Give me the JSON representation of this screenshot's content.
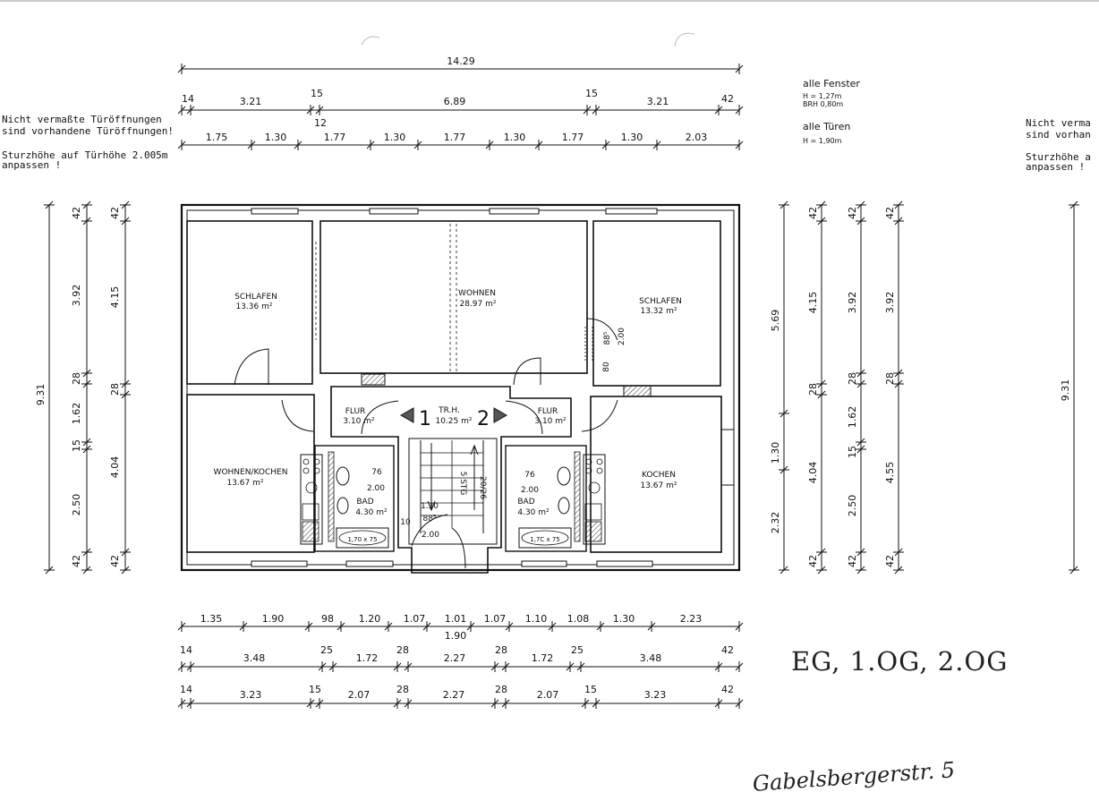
{
  "notes": {
    "left_line1": "Nicht vermaßte Türöffnungen",
    "left_line2": "sind vorhandene Türöffnungen!",
    "left_line3": "Sturzhöhe auf Türhöhe 2.005m",
    "left_line4": "anpassen !",
    "right_line1": "Nicht verma",
    "right_line2": "sind vorhan",
    "right_line3": "Sturzhöhe a",
    "right_line4": "anpassen !"
  },
  "legend": {
    "windows_title": "alle Fenster",
    "windows_h": "H = 1,27m",
    "windows_brh": "BRH 0,80m",
    "doors_title": "alle Türen",
    "doors_h": "H = 1,90m"
  },
  "handwriting": {
    "floors": "EG, 1.OG, 2.OG",
    "address": "Gabelsbergerstr. 5"
  },
  "rooms": {
    "schlafen_left": {
      "name": "SCHLAFEN",
      "area": "13.36 m²"
    },
    "wohnen": {
      "name": "WOHNEN",
      "area": "28.97 m²"
    },
    "schlafen_right": {
      "name": "SCHLAFEN",
      "area": "13.32 m²"
    },
    "wohnen_kochen": {
      "name": "WOHNEN/KOCHEN",
      "area": "13.67 m²"
    },
    "kochen": {
      "name": "KOCHEN",
      "area": "13.67 m²"
    },
    "flur_left": {
      "name": "FLUR",
      "area": "3.10 m²"
    },
    "flur_right": {
      "name": "FLUR",
      "area": "3.10 m²"
    },
    "trh": {
      "name": "TR.H.",
      "area": "10.25 m²"
    },
    "bad_left": {
      "name": "BAD",
      "area": "4.30 m²"
    },
    "bad_right": {
      "name": "BAD",
      "area": "4.30 m²"
    },
    "unit_left": "1",
    "unit_right": "2",
    "tub_left": "1,70 x 75",
    "tub_right": "1,7C x 75"
  },
  "plan_labels": {
    "door_76_left": "76",
    "door_200_left": "2.00",
    "door_76_right": "76",
    "door_200_right": "2.00",
    "bad_door_10": "10",
    "stair_130": "1.30",
    "stair_885": "88⁵",
    "stair_200": "2.00",
    "stair_stg": "5 STG",
    "stair_2026": "20/26",
    "win_885": "88⁵",
    "win_200": "2.00",
    "win_80": "80"
  },
  "dims": {
    "top_overall": "14.29",
    "top_row2": [
      "14",
      "3.21",
      "15",
      "6.89",
      "15",
      "3.21",
      "42"
    ],
    "top_row2_extra": "12",
    "top_row3": [
      "1.75",
      "1.30",
      "1.77",
      "1.30",
      "1.77",
      "1.30",
      "1.77",
      "1.30",
      "2.03"
    ],
    "bottom_row1": [
      "1.35",
      "1.90",
      "98",
      "1.20",
      "1.07",
      "1.01",
      "1.07",
      "1.10",
      "1.08",
      "1.30",
      "2.23"
    ],
    "bottom_row1_extra": "1.90",
    "bottom_row2": [
      "14",
      "3.48",
      "25",
      "1.72",
      "28",
      "2.27",
      "28",
      "1.72",
      "25",
      "3.48",
      "42"
    ],
    "bottom_row3": [
      "14",
      "3.23",
      "15",
      "2.07",
      "28",
      "2.27",
      "28",
      "2.07",
      "15",
      "3.23",
      "42"
    ],
    "left_overall": "9.31",
    "left_col1": [
      "42",
      "3.92",
      "28",
      "1.62",
      "15",
      "2.50",
      "42"
    ],
    "left_col2": [
      "42",
      "4.15",
      "28",
      "4.04",
      "42"
    ],
    "right_col1": [
      "5.69",
      "1.30",
      "2.32"
    ],
    "right_col2": [
      "42",
      "4.15",
      "28",
      "4.04",
      "42"
    ],
    "right_col3": [
      "42",
      "3.92",
      "28",
      "1.62",
      "15",
      "2.50",
      "42"
    ],
    "right_col4": [
      "42",
      "3.92",
      "28",
      "4.55",
      "42"
    ],
    "far_right_overall": "9.31"
  }
}
